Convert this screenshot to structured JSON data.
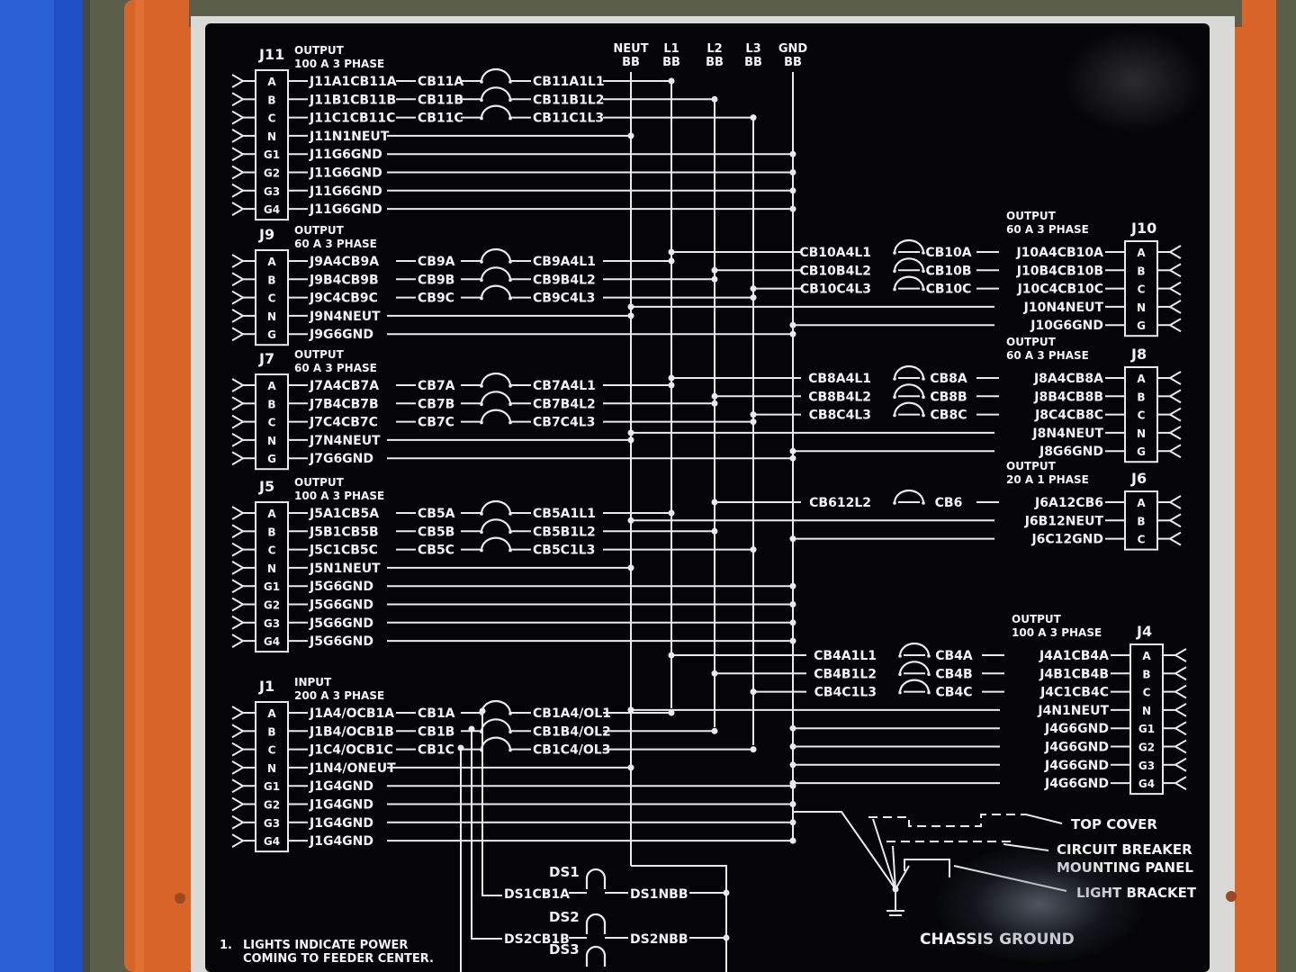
{
  "colors": {
    "background_blue": "#1f4fc4",
    "enclosure_orange": "#d9642a",
    "frame_olive": "#5b5e49",
    "panel_black": "#050507",
    "line_white": "#eaeaea"
  },
  "busbars": [
    {
      "id": "neut",
      "line1": "NEUT",
      "line2": "BB"
    },
    {
      "id": "l1",
      "line1": "L1",
      "line2": "BB"
    },
    {
      "id": "l2",
      "line1": "L2",
      "line2": "BB"
    },
    {
      "id": "l3",
      "line1": "L3",
      "line2": "BB"
    },
    {
      "id": "gnd",
      "line1": "GND",
      "line2": "BB"
    }
  ],
  "left_connectors": [
    {
      "id": "J11",
      "title1": "OUTPUT",
      "title2": "100  A  3  PHASE",
      "pins": [
        "A",
        "B",
        "C",
        "N",
        "G1",
        "G2",
        "G3",
        "G4"
      ],
      "wires": [
        {
          "label": "J11A1CB11A",
          "cb": "CB11A",
          "out": "CB11A1L1"
        },
        {
          "label": "J11B1CB11B",
          "cb": "CB11B",
          "out": "CB11B1L2"
        },
        {
          "label": "J11C1CB11C",
          "cb": "CB11C",
          "out": "CB11C1L3"
        },
        {
          "label": "J11N1NEUT"
        },
        {
          "label": "J11G6GND"
        },
        {
          "label": "J11G6GND"
        },
        {
          "label": "J11G6GND"
        },
        {
          "label": "J11G6GND"
        }
      ]
    },
    {
      "id": "J9",
      "title1": "OUTPUT",
      "title2": "60  A  3  PHASE",
      "pins": [
        "A",
        "B",
        "C",
        "N",
        "G"
      ],
      "wires": [
        {
          "label": "J9A4CB9A",
          "cb": "CB9A",
          "out": "CB9A4L1"
        },
        {
          "label": "J9B4CB9B",
          "cb": "CB9B",
          "out": "CB9B4L2"
        },
        {
          "label": "J9C4CB9C",
          "cb": "CB9C",
          "out": "CB9C4L3"
        },
        {
          "label": "J9N4NEUT"
        },
        {
          "label": "J9G6GND"
        }
      ]
    },
    {
      "id": "J7",
      "title1": "OUTPUT",
      "title2": "60  A  3  PHASE",
      "pins": [
        "A",
        "B",
        "C",
        "N",
        "G"
      ],
      "wires": [
        {
          "label": "J7A4CB7A",
          "cb": "CB7A",
          "out": "CB7A4L1"
        },
        {
          "label": "J7B4CB7B",
          "cb": "CB7B",
          "out": "CB7B4L2"
        },
        {
          "label": "J7C4CB7C",
          "cb": "CB7C",
          "out": "CB7C4L3"
        },
        {
          "label": "J7N4NEUT"
        },
        {
          "label": "J7G6GND"
        }
      ]
    },
    {
      "id": "J5",
      "title1": "OUTPUT",
      "title2": "100 A 3 PHASE",
      "pins": [
        "A",
        "B",
        "C",
        "N",
        "G1",
        "G2",
        "G3",
        "G4"
      ],
      "wires": [
        {
          "label": "J5A1CB5A",
          "cb": "CB5A",
          "out": "CB5A1L1"
        },
        {
          "label": "J5B1CB5B",
          "cb": "CB5B",
          "out": "CB5B1L2"
        },
        {
          "label": "J5C1CB5C",
          "cb": "CB5C",
          "out": "CB5C1L3"
        },
        {
          "label": "J5N1NEUT"
        },
        {
          "label": "J5G6GND"
        },
        {
          "label": "J5G6GND"
        },
        {
          "label": "J5G6GND"
        },
        {
          "label": "J5G6GND"
        }
      ]
    },
    {
      "id": "J1",
      "title1": "INPUT",
      "title2": "200 A  3  PHASE",
      "pins": [
        "A",
        "B",
        "C",
        "N",
        "G1",
        "G2",
        "G3",
        "G4"
      ],
      "wires": [
        {
          "label": "J1A4/OCB1A",
          "cb": "CB1A",
          "out": "CB1A4/OL1"
        },
        {
          "label": "J1B4/OCB1B",
          "cb": "CB1B",
          "out": "CB1B4/OL2"
        },
        {
          "label": "J1C4/OCB1C",
          "cb": "CB1C",
          "out": "CB1C4/OL3"
        },
        {
          "label": "J1N4/ONEUT"
        },
        {
          "label": "J1G4GND"
        },
        {
          "label": "J1G4GND"
        },
        {
          "label": "J1G4GND"
        },
        {
          "label": "J1G4GND"
        }
      ]
    }
  ],
  "right_connectors": [
    {
      "id": "J10",
      "title1": "OUTPUT",
      "title2": "60  A  3  PHASE",
      "pins": [
        "A",
        "B",
        "C",
        "N",
        "G"
      ],
      "wires": [
        {
          "label": "J10A4CB10A",
          "cb": "CB10A",
          "in": "CB10A4L1"
        },
        {
          "label": "J10B4CB10B",
          "cb": "CB10B",
          "in": "CB10B4L2"
        },
        {
          "label": "J10C4CB10C",
          "cb": "CB10C",
          "in": "CB10C4L3"
        },
        {
          "label": "J10N4NEUT"
        },
        {
          "label": "J10G6GND"
        }
      ]
    },
    {
      "id": "J8",
      "title1": "OUTPUT",
      "title2": "60  A  3  PHASE",
      "pins": [
        "A",
        "B",
        "C",
        "N",
        "G"
      ],
      "wires": [
        {
          "label": "J8A4CB8A",
          "cb": "CB8A",
          "in": "CB8A4L1"
        },
        {
          "label": "J8B4CB8B",
          "cb": "CB8B",
          "in": "CB8B4L2"
        },
        {
          "label": "J8C4CB8C",
          "cb": "CB8C",
          "in": "CB8C4L3"
        },
        {
          "label": "J8N4NEUT"
        },
        {
          "label": "J8G6GND"
        }
      ]
    },
    {
      "id": "J6",
      "title1": "OUTPUT",
      "title2": "20  A  1  PHASE",
      "pins": [
        "A",
        "B",
        "C"
      ],
      "wires": [
        {
          "label": "J6A12CB6",
          "cb": "CB6",
          "in": "CB612L2"
        },
        {
          "label": "J6B12NEUT"
        },
        {
          "label": "J6C12GND"
        }
      ]
    },
    {
      "id": "J4",
      "title1": "OUTPUT",
      "title2": "100  A  3 PHASE",
      "pins": [
        "A",
        "B",
        "C",
        "N",
        "G1",
        "G2",
        "G3",
        "G4"
      ],
      "wires": [
        {
          "label": "J4A1CB4A",
          "cb": "CB4A",
          "in": "CB4A1L1"
        },
        {
          "label": "J4B1CB4B",
          "cb": "CB4B",
          "in": "CB4B1L2"
        },
        {
          "label": "J4C1CB4C",
          "cb": "CB4C",
          "in": "CB4C1L3"
        },
        {
          "label": "J4N1NEUT"
        },
        {
          "label": "J4G6GND"
        },
        {
          "label": "J4G6GND"
        },
        {
          "label": "J4G6GND"
        },
        {
          "label": "J4G6GND"
        }
      ]
    }
  ],
  "lights": [
    {
      "name": "DS1",
      "left": "DS1CB1A",
      "right": "DS1NBB"
    },
    {
      "name": "DS2",
      "left": "DS2CB1B",
      "right": "DS2NBB"
    },
    {
      "name": "DS3"
    }
  ],
  "ground_labels": {
    "top_cover": "TOP COVER",
    "cb_panel_1": "CIRCUIT BREAKER",
    "cb_panel_2": "MOUNTING PANEL",
    "light_bracket": "LIGHT BRACKET",
    "chassis": "CHASSIS GROUND"
  },
  "note": {
    "number": "1.",
    "line1": "LIGHTS INDICATE POWER",
    "line2": "COMING TO FEEDER CENTER."
  }
}
